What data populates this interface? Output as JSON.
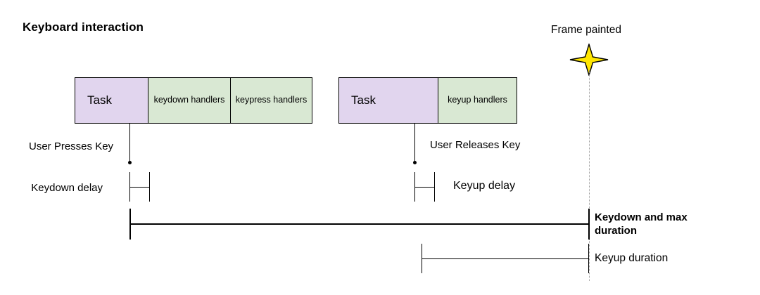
{
  "diagram": {
    "title": "Keyboard interaction",
    "colors": {
      "task_fill": "#e1d5ee",
      "handler_fill": "#d9e8d3",
      "stroke": "#000000",
      "star_fill": "#ffe600",
      "guide_line": "#9a9a9a"
    },
    "timeline_rows": {
      "first_sequence": [
        {
          "label": "Task",
          "kind": "task"
        },
        {
          "label": "keydown handlers",
          "kind": "handler"
        },
        {
          "label": "keypress handlers",
          "kind": "handler"
        }
      ],
      "second_sequence": [
        {
          "label": "Task",
          "kind": "task"
        },
        {
          "label": "keyup handlers",
          "kind": "handler"
        }
      ]
    },
    "events": {
      "press": "User Presses Key",
      "release": "User Releases Key",
      "frame": "Frame painted"
    },
    "measures": [
      {
        "name": "keydown-delay",
        "label": "Keydown delay",
        "emphasis": "normal"
      },
      {
        "name": "keyup-delay",
        "label": "Keyup delay",
        "emphasis": "normal"
      },
      {
        "name": "keydown-max-duration",
        "label": "Keydown and max duration",
        "emphasis": "bold"
      },
      {
        "name": "keyup-duration",
        "label": "Keyup duration",
        "emphasis": "normal"
      }
    ],
    "icons": {
      "frame_marker": "four-point-star-icon"
    }
  }
}
